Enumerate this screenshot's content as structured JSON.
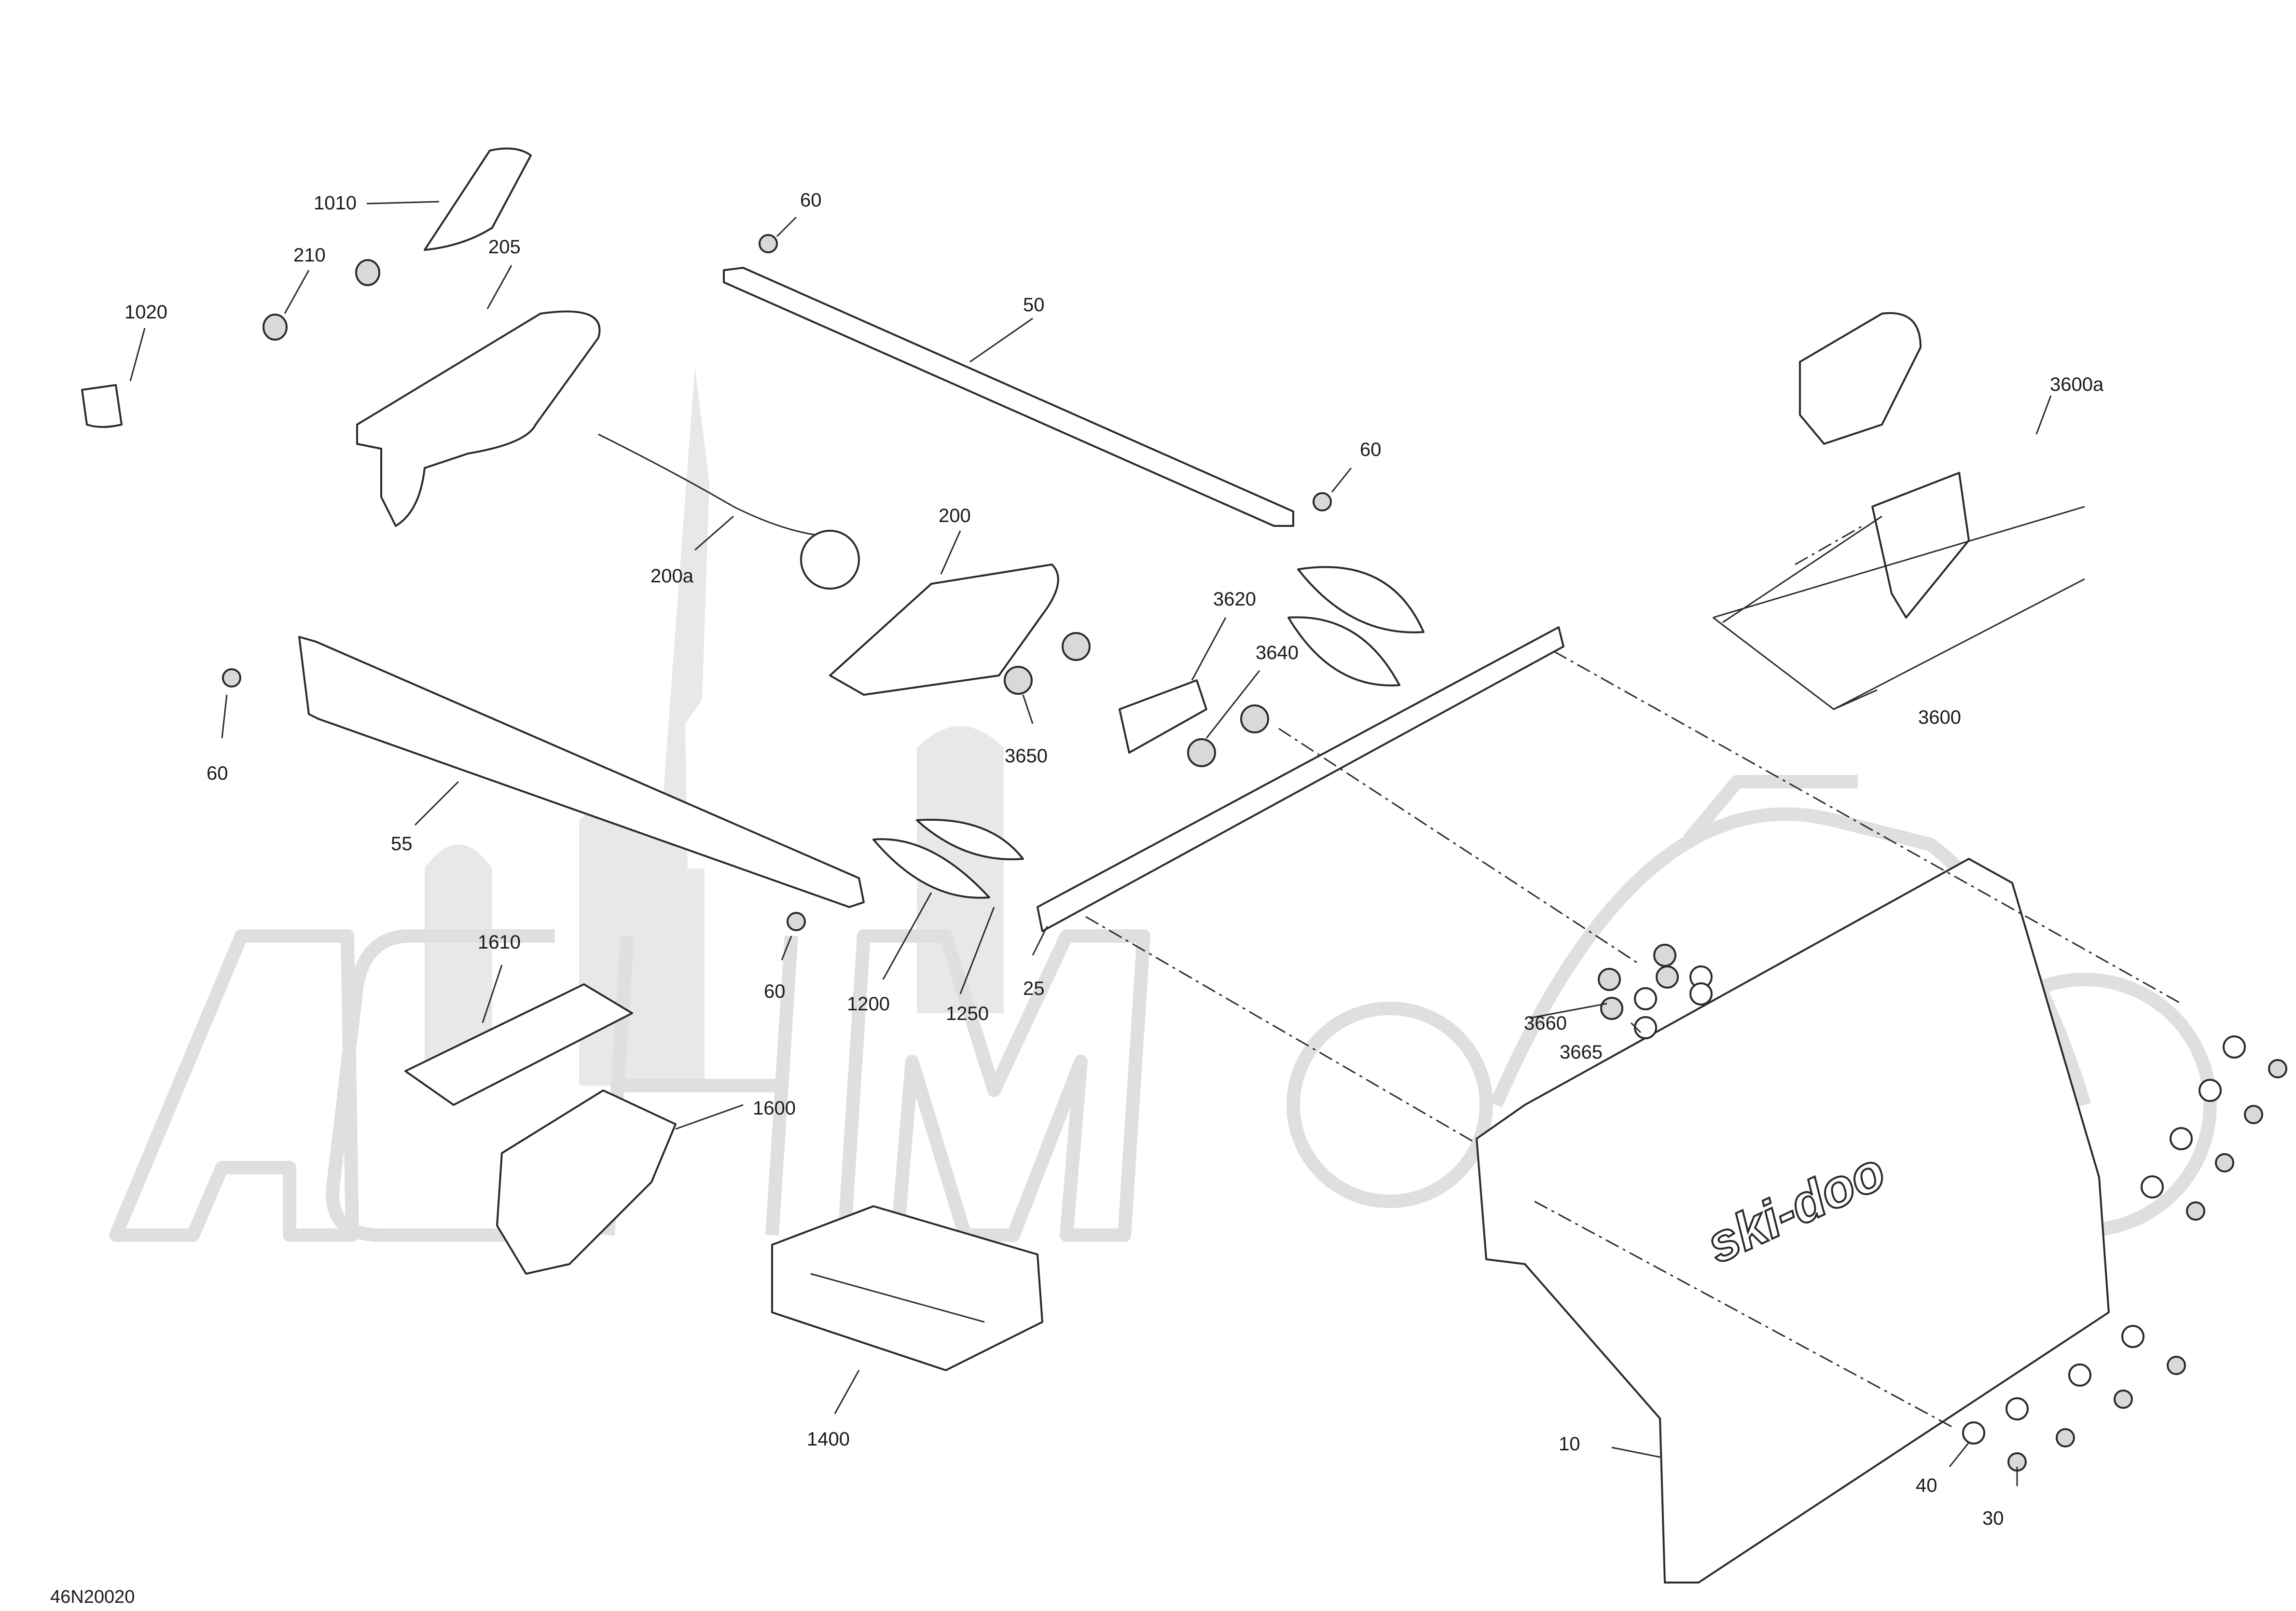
{
  "diagram_code": "46N20020",
  "watermark": {
    "brand": "ski-doo"
  },
  "callouts": [
    {
      "id": "c1010",
      "text": "1010"
    },
    {
      "id": "c1020",
      "text": "1020"
    },
    {
      "id": "c210",
      "text": "210"
    },
    {
      "id": "c205",
      "text": "205"
    },
    {
      "id": "c60a",
      "text": "60"
    },
    {
      "id": "c50",
      "text": "50"
    },
    {
      "id": "c60b",
      "text": "60"
    },
    {
      "id": "c200",
      "text": "200"
    },
    {
      "id": "c200a",
      "text": "200a"
    },
    {
      "id": "c3620",
      "text": "3620"
    },
    {
      "id": "c3640",
      "text": "3640"
    },
    {
      "id": "c3650",
      "text": "3650"
    },
    {
      "id": "c60c",
      "text": "60"
    },
    {
      "id": "c55",
      "text": "55"
    },
    {
      "id": "c3600a",
      "text": "3600a"
    },
    {
      "id": "c3600",
      "text": "3600"
    },
    {
      "id": "c1610",
      "text": "1610"
    },
    {
      "id": "c60d",
      "text": "60"
    },
    {
      "id": "c1200",
      "text": "1200"
    },
    {
      "id": "c1250",
      "text": "1250"
    },
    {
      "id": "c25",
      "text": "25"
    },
    {
      "id": "c3660",
      "text": "3660"
    },
    {
      "id": "c3665",
      "text": "3665"
    },
    {
      "id": "c1600",
      "text": "1600"
    },
    {
      "id": "c1400",
      "text": "1400"
    },
    {
      "id": "c10",
      "text": "10"
    },
    {
      "id": "c40",
      "text": "40"
    },
    {
      "id": "c30",
      "text": "30"
    }
  ]
}
